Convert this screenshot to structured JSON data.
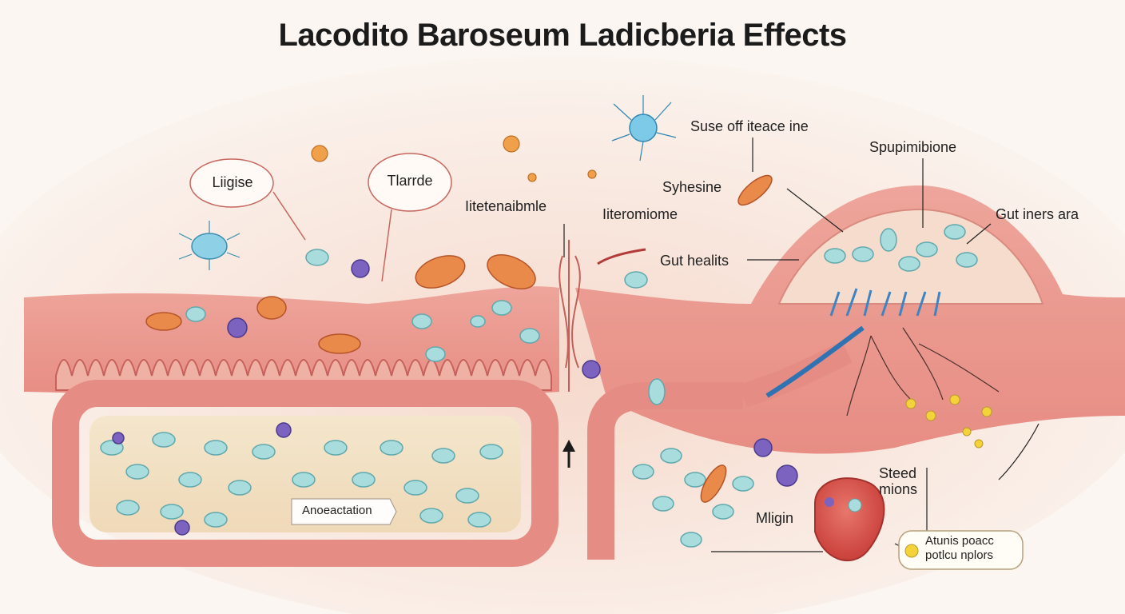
{
  "title": "Lacodito Baroseum Ladicberia Effects",
  "labels": {
    "ligise": "Liigise",
    "tlarrde": "Tlarrde",
    "iitetenaibmle": "Iitetenaibmle",
    "iiteromiome": "Iiteromiome",
    "suse": "Suse off iteace ine",
    "syhesine": "Syhesine",
    "spupimibione": "Spupimibione",
    "gut_iners_ara": "Gut iners ara",
    "gut_healits": "Gut healits",
    "steed_mions_1": "Steed",
    "steed_mions_2": "mions",
    "mligin": "Mligin",
    "atunis_1": "Atunis poacc",
    "atunis_2": "potlcu nplors",
    "anoeactation": "Anoeactation"
  }
}
